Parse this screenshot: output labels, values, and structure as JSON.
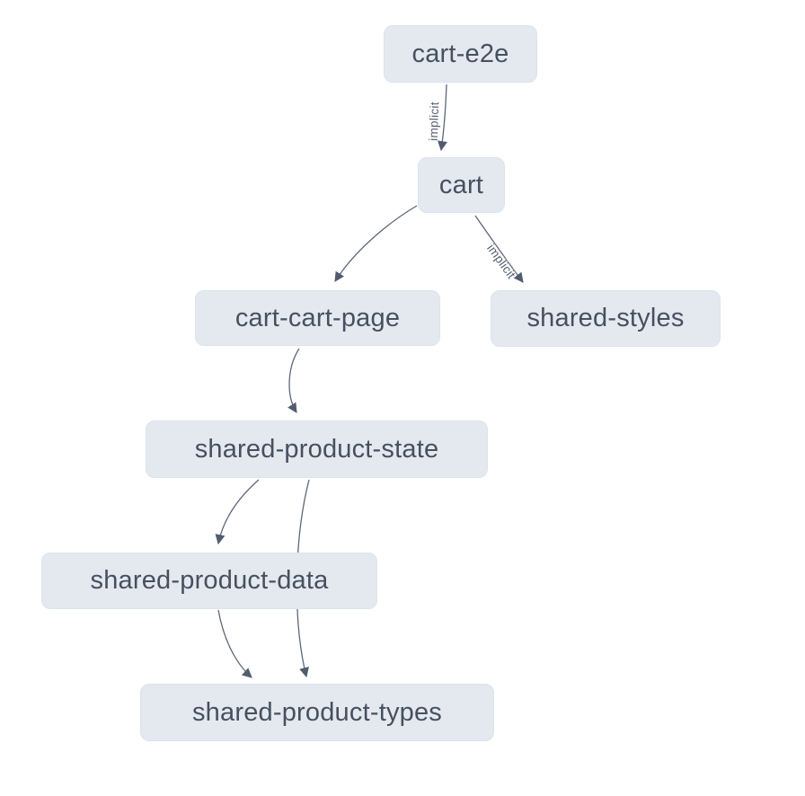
{
  "diagram": {
    "type": "dependency-graph",
    "background_color": "#ffffff",
    "node_fill_color": "#e4e9f0",
    "node_text_color": "#46505f",
    "edge_color": "#5d6678",
    "nodes": [
      {
        "id": "cart-e2e",
        "label": "cart-e2e"
      },
      {
        "id": "cart",
        "label": "cart"
      },
      {
        "id": "cart-cart-page",
        "label": "cart-cart-page"
      },
      {
        "id": "shared-styles",
        "label": "shared-styles"
      },
      {
        "id": "shared-product-state",
        "label": "shared-product-state"
      },
      {
        "id": "shared-product-data",
        "label": "shared-product-data"
      },
      {
        "id": "shared-product-types",
        "label": "shared-product-types"
      }
    ],
    "edges": [
      {
        "from": "cart-e2e",
        "to": "cart",
        "label": "implicit"
      },
      {
        "from": "cart",
        "to": "cart-cart-page",
        "label": ""
      },
      {
        "from": "cart",
        "to": "shared-styles",
        "label": "implicit"
      },
      {
        "from": "cart-cart-page",
        "to": "shared-product-state",
        "label": ""
      },
      {
        "from": "shared-product-state",
        "to": "shared-product-data",
        "label": ""
      },
      {
        "from": "shared-product-state",
        "to": "shared-product-types",
        "label": ""
      },
      {
        "from": "shared-product-data",
        "to": "shared-product-types",
        "label": ""
      }
    ]
  }
}
